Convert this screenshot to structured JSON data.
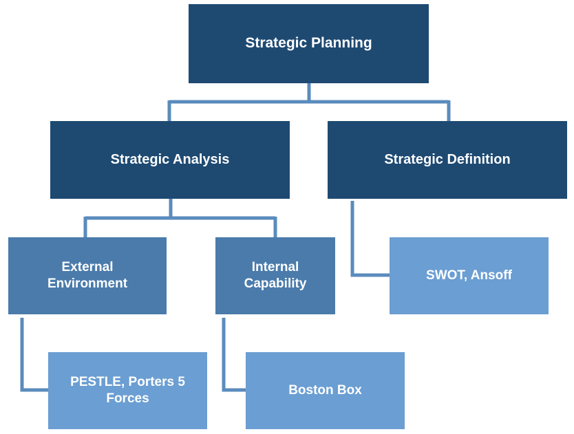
{
  "diagram": {
    "colors": {
      "dark": "#1e4a72",
      "medium": "#4a7bab",
      "light": "#6b9ed2",
      "connector": "#5a8bbd",
      "text": "#ffffff"
    },
    "nodes": {
      "root": "Strategic Planning",
      "analysis": "Strategic Analysis",
      "definition": "Strategic Definition",
      "external": "External Environment",
      "internal": "Internal Capability",
      "pestle": "PESTLE, Porters 5 Forces",
      "boston": "Boston Box",
      "swot": "SWOT, Ansoff"
    }
  }
}
